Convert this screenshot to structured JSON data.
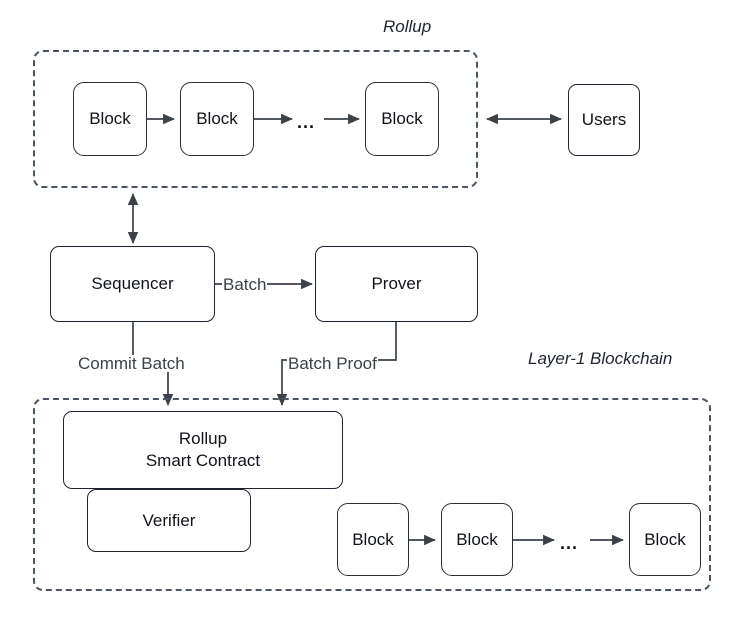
{
  "diagram": {
    "title_hidden": "",
    "groups": [
      {
        "id": "rollup",
        "label": "Rollup"
      },
      {
        "id": "layer1",
        "label": "Layer-1 Blockchain"
      }
    ],
    "rollup_chain": {
      "blocks": [
        "Block",
        "Block",
        "Block"
      ],
      "ellipsis": "..."
    },
    "layer1_chain": {
      "blocks": [
        "Block",
        "Block",
        "Block"
      ],
      "ellipsis": "..."
    },
    "nodes": {
      "users": "Users",
      "sequencer": "Sequencer",
      "prover": "Prover",
      "rollup_smart_contract": "Rollup\nSmart Contract",
      "rollup_smart_contract_line1": "Rollup",
      "rollup_smart_contract_line2": "Smart Contract",
      "verifier": "Verifier"
    },
    "edge_labels": {
      "batch": "Batch",
      "commit_batch": "Commit Batch",
      "batch_proof": "Batch Proof"
    },
    "colors": {
      "stroke": "#1f2430",
      "dashed_stroke": "#4c5563",
      "arrow_fill": "#3c4149",
      "text": "#10131a",
      "background": "#ffffff"
    }
  }
}
